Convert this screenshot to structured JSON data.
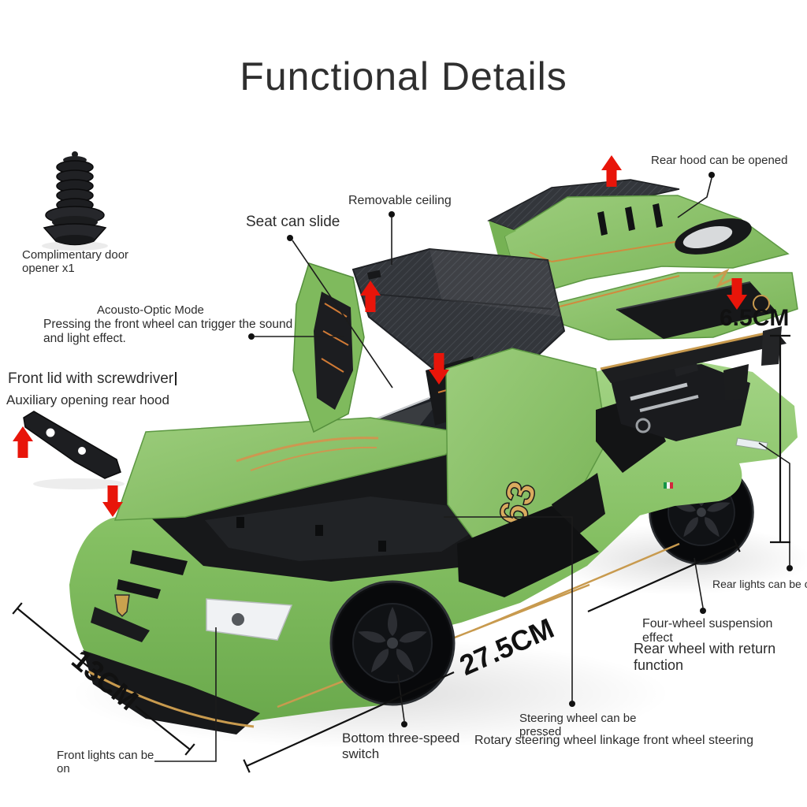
{
  "title": "Functional Details",
  "car": {
    "badge_number": "63",
    "body_color": "#84bf62",
    "accent_gold": "#c89a4e",
    "carbon_color": "#34373c",
    "arrow_red": "#e8150a"
  },
  "annotations": {
    "rear_hood": "Rear hood can be opened",
    "removable_ceiling": "Removable ceiling",
    "seat_slide": "Seat can slide",
    "door_opener": "Complimentary door opener x1",
    "acousto_optic": {
      "title": "Acousto-Optic Mode",
      "desc": "Pressing the front wheel can trigger the sound and light effect."
    },
    "front_lid": "Front lid with screwdriver",
    "auxiliary_rear_hood": "Auxiliary opening rear hood",
    "rear_lights": "Rear lights can be on",
    "four_wheel_suspension": "Four-wheel suspension effect",
    "rear_wheel_return": "Rear wheel with return function",
    "bottom_switch": "Bottom three-speed switch",
    "steering_wheel_press": "Steering wheel can be pressed",
    "steering_rotary": "Rotary steering wheel linkage front wheel steering",
    "front_lights": "Front lights can be on"
  },
  "measurements": {
    "height": "6.5CM",
    "length": "27.5CM",
    "width": "13CM"
  }
}
